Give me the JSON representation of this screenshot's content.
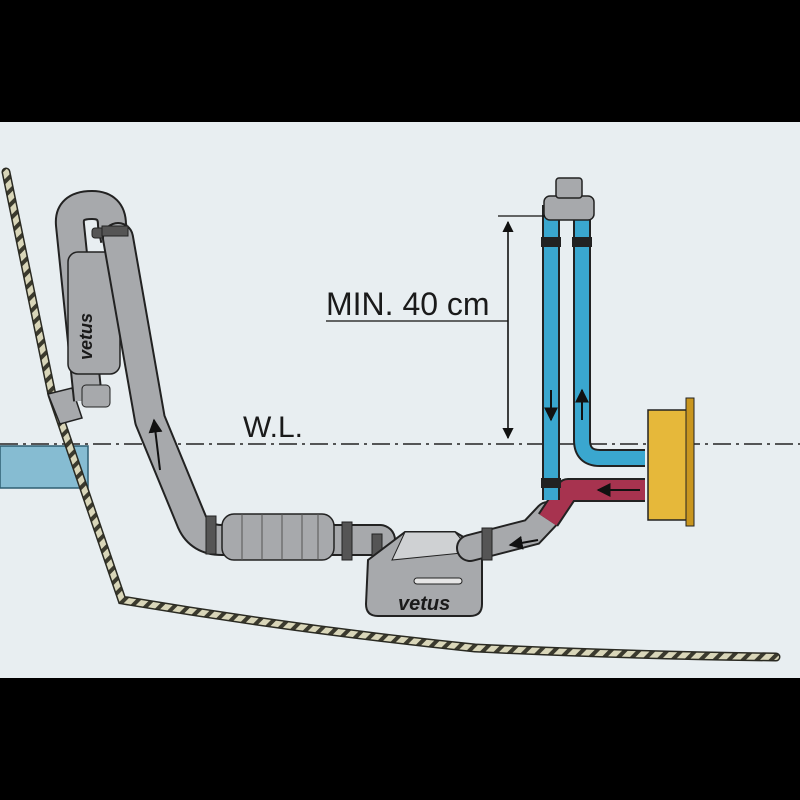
{
  "labels": {
    "height_label": "MIN. 40 cm",
    "waterline_label": "W.L.",
    "brand_top": "vetus",
    "brand_main": "vetus"
  },
  "colors": {
    "background_band": "#000000",
    "panel": "#e8eef1",
    "water": "#86bcd2",
    "hose_gray": "#a7a9ac",
    "hose_blue": "#3aa7cf",
    "hose_red": "#a7334f",
    "engine": "#e6b83a",
    "hull_stripe": "#d9d6b9"
  },
  "icons": [
    "up-arrow-icon",
    "down-arrow-icon",
    "left-arrow-icon",
    "dimension-arrow-icon"
  ]
}
